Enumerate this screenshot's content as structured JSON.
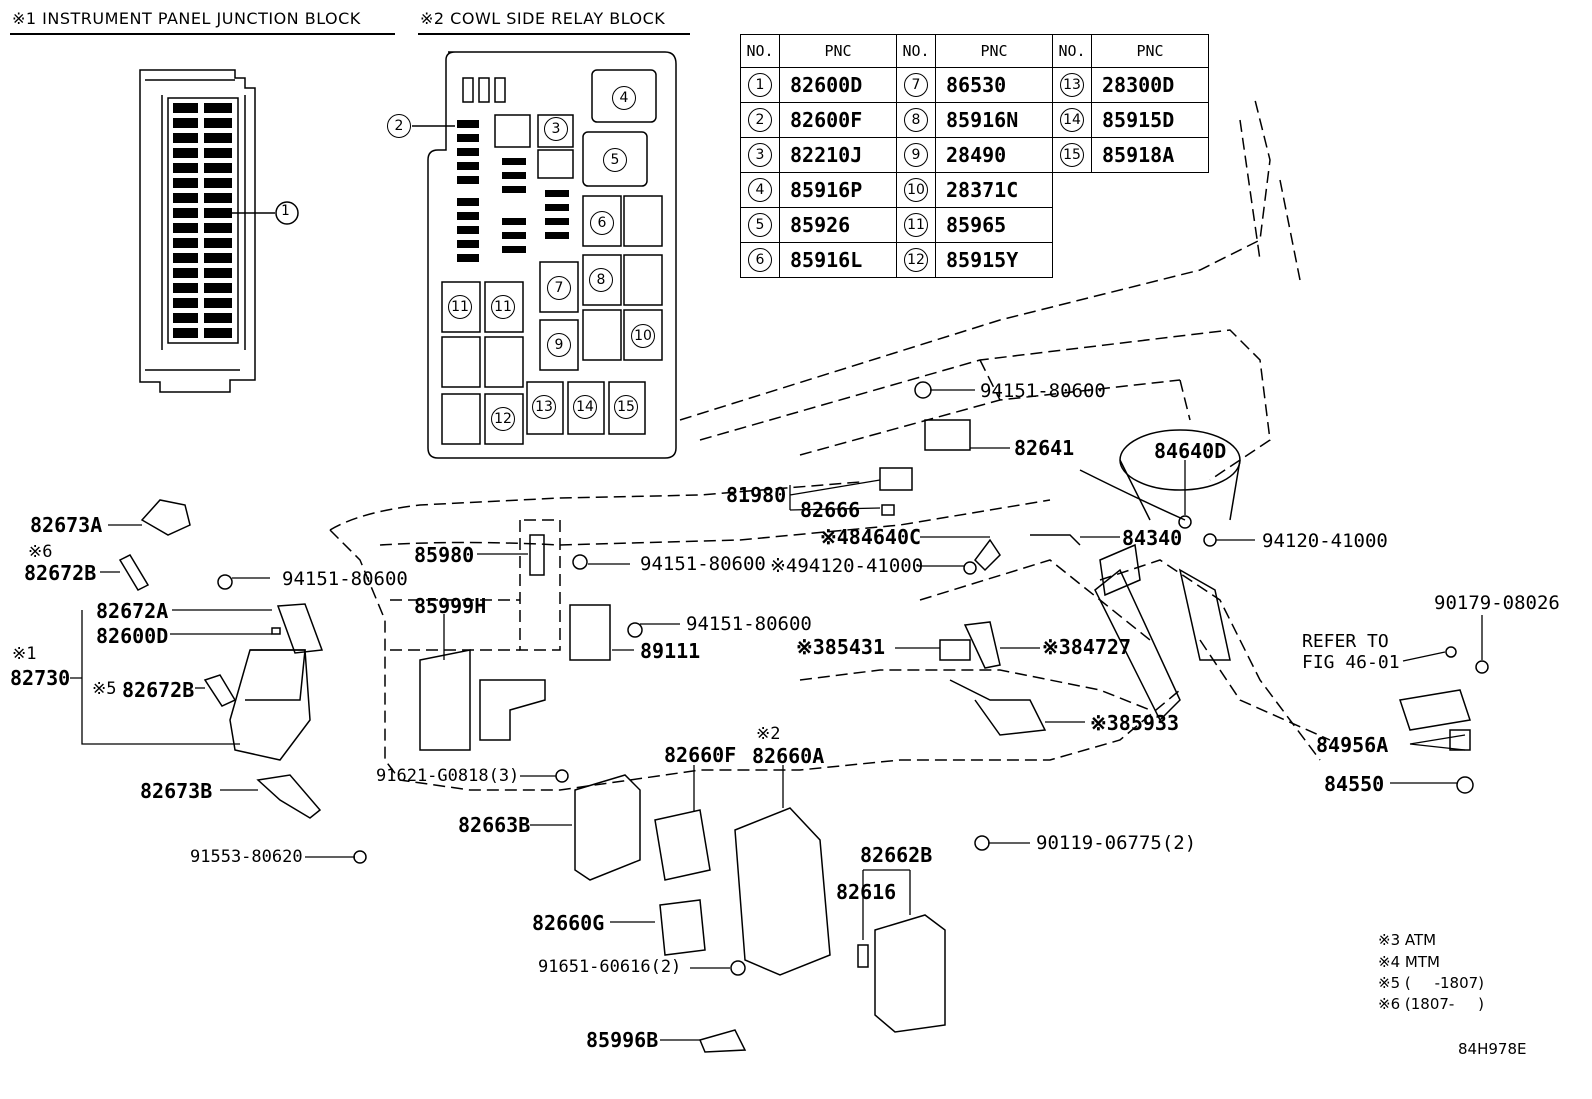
{
  "headers": {
    "panel_block": "※1 INSTRUMENT PANEL JUNCTION BLOCK",
    "relay_block": "※2 COWL SIDE RELAY BLOCK"
  },
  "table": {
    "col_no": "NO.",
    "col_pnc": "PNC",
    "rows": [
      [
        {
          "no": "1",
          "pnc": "82600D"
        },
        {
          "no": "7",
          "pnc": "86530"
        },
        {
          "no": "13",
          "pnc": "28300D"
        }
      ],
      [
        {
          "no": "2",
          "pnc": "82600F"
        },
        {
          "no": "8",
          "pnc": "85916N"
        },
        {
          "no": "14",
          "pnc": "85915D"
        }
      ],
      [
        {
          "no": "3",
          "pnc": "82210J"
        },
        {
          "no": "9",
          "pnc": "28490"
        },
        {
          "no": "15",
          "pnc": "85918A"
        }
      ],
      [
        {
          "no": "4",
          "pnc": "85916P"
        },
        {
          "no": "10",
          "pnc": "28371C"
        },
        null
      ],
      [
        {
          "no": "5",
          "pnc": "85926"
        },
        {
          "no": "11",
          "pnc": "85965"
        },
        null
      ],
      [
        {
          "no": "6",
          "pnc": "85916L"
        },
        {
          "no": "12",
          "pnc": "85915Y"
        },
        null
      ]
    ]
  },
  "callouts": {
    "c1": "1",
    "c2": "2",
    "c3": "3",
    "c4": "4",
    "c5": "5",
    "c6": "6",
    "c7": "7",
    "c8": "8",
    "c9": "9",
    "c10": "10",
    "c11": "11",
    "c12": "12",
    "c13": "13",
    "c14": "14",
    "c15": "15"
  },
  "parts": {
    "p82673A": "82673A",
    "n6": "※6",
    "p82672B_top": "82672B",
    "p94151_a": "94151-80600",
    "p82672A": "82672A",
    "p82600D": "82600D",
    "n1": "※1",
    "p82730": "82730",
    "n5": "※5",
    "p82672B_bot": "82672B",
    "p82673B": "82673B",
    "p91553": "91553-80620",
    "p85980": "85980",
    "p85999H": "85999H",
    "p94151_b": "94151-80600",
    "p94151_c": "94151-80600",
    "p89111": "89111",
    "p91621": "91621-G0818(3)",
    "p82660F": "82660F",
    "n2": "※2",
    "p82660A": "82660A",
    "p82663B": "82663B",
    "p82660G": "82660G",
    "p91651": "91651-60616(2)",
    "p85996B": "85996B",
    "p82662B": "82662B",
    "p82616": "82616",
    "p90119": "90119-06775(2)",
    "p94151_d": "94151-80600",
    "p82641": "82641",
    "p81980": "81980",
    "p82666": "82666",
    "p84640C": "※484640C",
    "p94120_a": "※494120-41000",
    "p85431": "※385431",
    "p84727": "※384727",
    "p85933": "※385933",
    "p84640D": "84640D",
    "p84340": "84340",
    "p94120_b": "94120-41000",
    "p90179": "90179-08026",
    "refer1": "REFER TO",
    "refer2": "FIG 46-01",
    "p84956A": "84956A",
    "p84550": "84550"
  },
  "legend": {
    "l3": "※3 ATM",
    "l4": "※4 MTM",
    "l5": "※5 (     -1807)",
    "l6": "※6 (1807-     )"
  },
  "figure_code": "84H978E"
}
